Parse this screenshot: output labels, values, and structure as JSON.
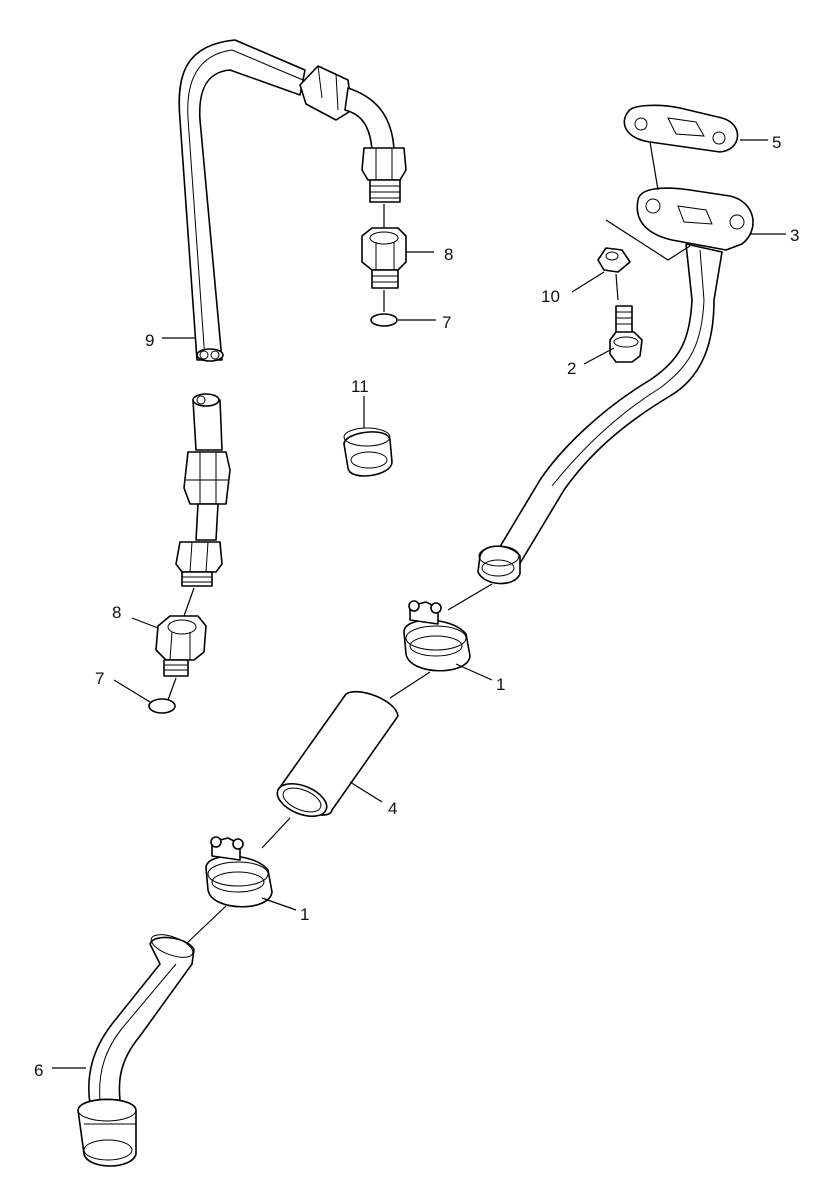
{
  "callouts": [
    {
      "id": "c1a",
      "label": "1"
    },
    {
      "id": "c1b",
      "label": "1"
    },
    {
      "id": "c2",
      "label": "2"
    },
    {
      "id": "c3",
      "label": "3"
    },
    {
      "id": "c4",
      "label": "4"
    },
    {
      "id": "c5",
      "label": "5"
    },
    {
      "id": "c6",
      "label": "6"
    },
    {
      "id": "c7a",
      "label": "7"
    },
    {
      "id": "c7b",
      "label": "7"
    },
    {
      "id": "c8a",
      "label": "8"
    },
    {
      "id": "c8b",
      "label": "8"
    },
    {
      "id": "c9",
      "label": "9"
    },
    {
      "id": "c10",
      "label": "10"
    },
    {
      "id": "c11",
      "label": "11"
    }
  ]
}
